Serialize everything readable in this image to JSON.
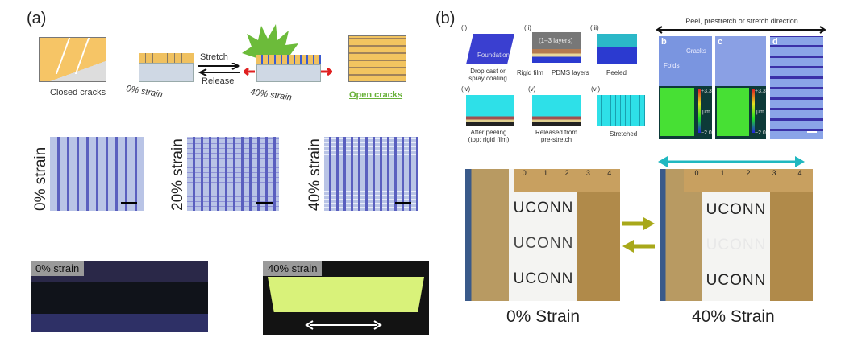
{
  "panel_a": {
    "label": "(a)",
    "schematic": {
      "closed_cracks": "Closed cracks",
      "strain_0": "0% strain",
      "stretch": "Stretch",
      "release": "Release",
      "strain_40": "40% strain",
      "open_cracks": "Open cracks"
    },
    "micrographs": [
      "0% strain",
      "20% strain",
      "40% strain"
    ],
    "photos": [
      "0% strain",
      "40% strain"
    ]
  },
  "panel_b": {
    "label": "(b)",
    "steps": [
      {
        "num": "(i)",
        "caption": "Drop cast or spray coating",
        "inner": "Foundation"
      },
      {
        "num": "(ii)",
        "caption": "",
        "inner": "(1–3 layers)",
        "callouts": [
          "Rigid film",
          "PDMS layers"
        ]
      },
      {
        "num": "(iii)",
        "caption": "Peeled"
      },
      {
        "num": "(iv)",
        "caption": "After peeling (top: rigid film)"
      },
      {
        "num": "(v)",
        "caption": "Released from pre-stretch"
      },
      {
        "num": "(vi)",
        "caption": "Stretched"
      }
    ],
    "direction_label": "Peel, prestretch or stretch direction",
    "subpanels": {
      "b": {
        "label": "b",
        "cracks": "Cracks",
        "folds": "Folds",
        "scale_max": "+3.3",
        "unit": "μm",
        "scale_min": "−2.0"
      },
      "c": {
        "label": "c",
        "scale_max": "+3.3",
        "unit": "μm",
        "scale_min": "−2.0"
      },
      "d": {
        "label": "d"
      }
    },
    "photos": {
      "text": "UCONN",
      "ruler": [
        "0",
        "1",
        "2",
        "3",
        "4"
      ],
      "captions": [
        "0% Strain",
        "40% Strain"
      ]
    }
  }
}
